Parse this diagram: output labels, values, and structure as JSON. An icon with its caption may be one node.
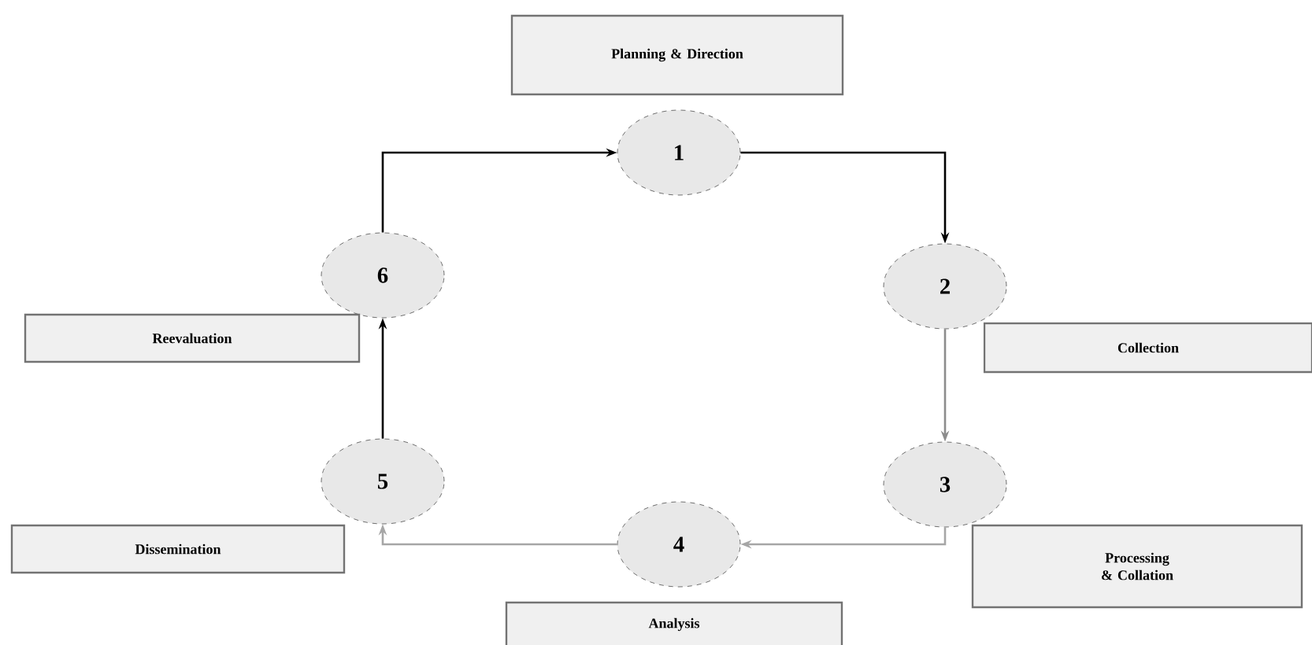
{
  "diagram": {
    "nodes": [
      {
        "text": [
          "Planning & Direction"
        ]
      },
      {
        "text": [
          "1"
        ]
      },
      {
        "text": [
          "6"
        ]
      },
      {
        "text": [
          "2"
        ]
      },
      {
        "text": [
          "Reevaluation"
        ]
      },
      {
        "text": [
          "Collection"
        ]
      },
      {
        "text": [
          "5"
        ]
      },
      {
        "text": [
          "3"
        ]
      },
      {
        "text": [
          "Dissemination"
        ]
      },
      {
        "text": [
          "4"
        ]
      },
      {
        "text": [
          "Processing & Collation"
        ]
      },
      {
        "text": [
          "Analysis"
        ]
      }
    ],
    "edges": [
      {
        "from": 2,
        "to": 1,
        "arrow": "to"
      },
      {
        "from": 1,
        "to": 3,
        "arrow": "to"
      },
      {
        "from": 3,
        "to": 7,
        "arrow": "to",
        "color": "#8c8c8c"
      },
      {
        "from": 7,
        "to": 9,
        "arrow": "to",
        "color": "#a6a6a6"
      },
      {
        "from": 9,
        "to": 6,
        "arrow": "to",
        "color": "#a6a6a6"
      },
      {
        "from": 6,
        "to": 2,
        "arrow": "to"
      }
    ]
  }
}
